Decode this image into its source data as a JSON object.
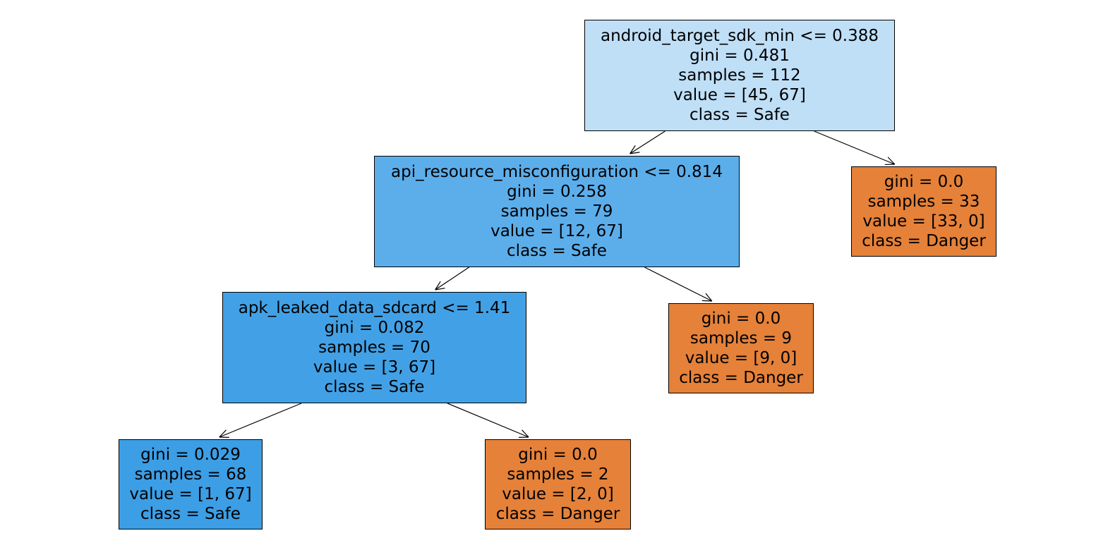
{
  "colors": {
    "edge": "#000000",
    "border": "#000000",
    "text": "#000000"
  },
  "nodes": [
    {
      "id": "n0",
      "rule": "android_target_sdk_min <= 0.388",
      "gini": "gini = 0.481",
      "samples": "samples = 112",
      "value": "value = [45, 67]",
      "class": "class = Safe",
      "fill": "#bfdff7"
    },
    {
      "id": "n1",
      "rule": "api_resource_misconfiguration <= 0.814",
      "gini": "gini = 0.258",
      "samples": "samples = 79",
      "value": "value = [12, 67]",
      "class": "class = Safe",
      "fill": "#5caeeb"
    },
    {
      "id": "n2",
      "rule": "apk_leaked_data_sdcard <= 1.41",
      "gini": "gini = 0.082",
      "samples": "samples = 70",
      "value": "value = [3, 67]",
      "class": "class = Safe",
      "fill": "#42a1e6"
    },
    {
      "id": "n3",
      "rule": "",
      "gini": "gini = 0.029",
      "samples": "samples = 68",
      "value": "value = [1, 67]",
      "class": "class = Safe",
      "fill": "#3c9ee5"
    },
    {
      "id": "n4",
      "rule": "",
      "gini": "gini = 0.0",
      "samples": "samples = 2",
      "value": "value = [2, 0]",
      "class": "class = Danger",
      "fill": "#e58139"
    },
    {
      "id": "n5",
      "rule": "",
      "gini": "gini = 0.0",
      "samples": "samples = 9",
      "value": "value = [9, 0]",
      "class": "class = Danger",
      "fill": "#e58139"
    },
    {
      "id": "n6",
      "rule": "",
      "gini": "gini = 0.0",
      "samples": "samples = 33",
      "value": "value = [33, 0]",
      "class": "class = Danger",
      "fill": "#e58139"
    }
  ],
  "edges": [
    {
      "from": "n0",
      "to": "n1"
    },
    {
      "from": "n0",
      "to": "n6"
    },
    {
      "from": "n1",
      "to": "n2"
    },
    {
      "from": "n1",
      "to": "n5"
    },
    {
      "from": "n2",
      "to": "n3"
    },
    {
      "from": "n2",
      "to": "n4"
    }
  ]
}
